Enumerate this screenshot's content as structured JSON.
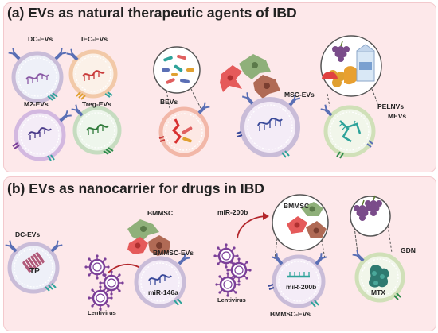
{
  "panel_a": {
    "title": "(a) EVs as natural therapeutic agents of IBD",
    "labels": {
      "dc_evs": "DC-EVs",
      "iec_evs": "IEC-EVs",
      "m2_evs": "M2-EVs",
      "treg_evs": "Treg-EVs",
      "bevs": "BEVs",
      "msc_evs": "MSC-EVs",
      "pelnvs": "PELNVs",
      "mevs": "MEVs"
    }
  },
  "panel_b": {
    "title": "(b) EVs as nanocarrier for drugs in IBD",
    "labels": {
      "dc_evs": "DC-EVs",
      "tp": "TP",
      "bmmsc_1": "BMMSC",
      "bmmsc_evs_1": "BMMSC-EVs",
      "lentivirus_1": "Lentivirus",
      "mir146a": "miR-146a",
      "mir200b_top": "miR-200b",
      "bmmsc_2": "BMMSC",
      "lentivirus_2": "Lentivirus",
      "mir200b": "miR-200b",
      "bmmsc_evs_2": "BMMSC-EVs",
      "gdn": "GDN",
      "mtx": "MTX"
    }
  },
  "colors": {
    "panel_bg": "#fde8ea",
    "panel_border": "#f3c9cd",
    "membrane": "#c9bcd8",
    "virus": "#7b3f98",
    "arrow": "#b3262b",
    "grape": "#7a4c8a"
  }
}
